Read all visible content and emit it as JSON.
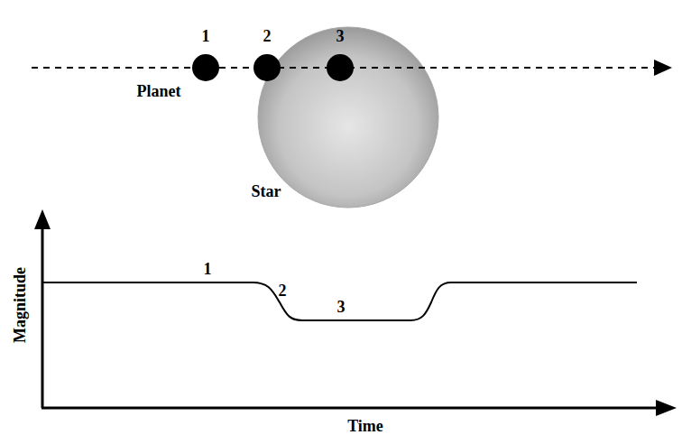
{
  "diagram": {
    "labels": [
      "1",
      "2",
      "3",
      "Planet",
      "Star",
      "1",
      "2",
      "3",
      "Magnitude",
      "Time"
    ]
  }
}
